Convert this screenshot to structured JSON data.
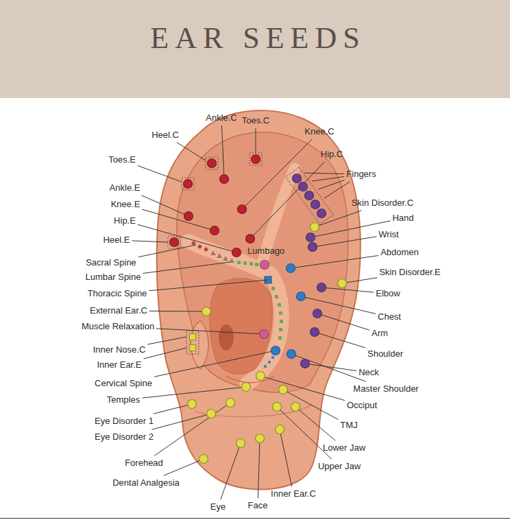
{
  "diagram": {
    "title": "EAR SEEDS",
    "labels": [
      "Ankle.C",
      "Toes.C",
      "Heel.C",
      "Knee.C",
      "Toes.E",
      "Hip.C",
      "Fingers",
      "Ankle.E",
      "Skin Disorder.C",
      "Knee.E",
      "Hand",
      "Hip.E",
      "Wrist",
      "Heel.E",
      "Lumbago",
      "Abdomen",
      "Sacral Spine",
      "Skin Disorder.E",
      "Lumbar Spine",
      "Thoracic Spine",
      "Elbow",
      "External Ear.C",
      "Chest",
      "Arm",
      "Muscle Relaxation",
      "Inner Nose.C",
      "Shoulder",
      "Inner Ear.E",
      "Neck",
      "Cervical Spine",
      "Master Shoulder",
      "Temples",
      "Occiput",
      "Eye Disorder 1",
      "TMJ",
      "Eye Disorder 2",
      "Lower Jaw",
      "Forehead",
      "Upper Jaw",
      "Dental Analgesia",
      "Inner Ear.C",
      "Eye",
      "Face"
    ]
  }
}
